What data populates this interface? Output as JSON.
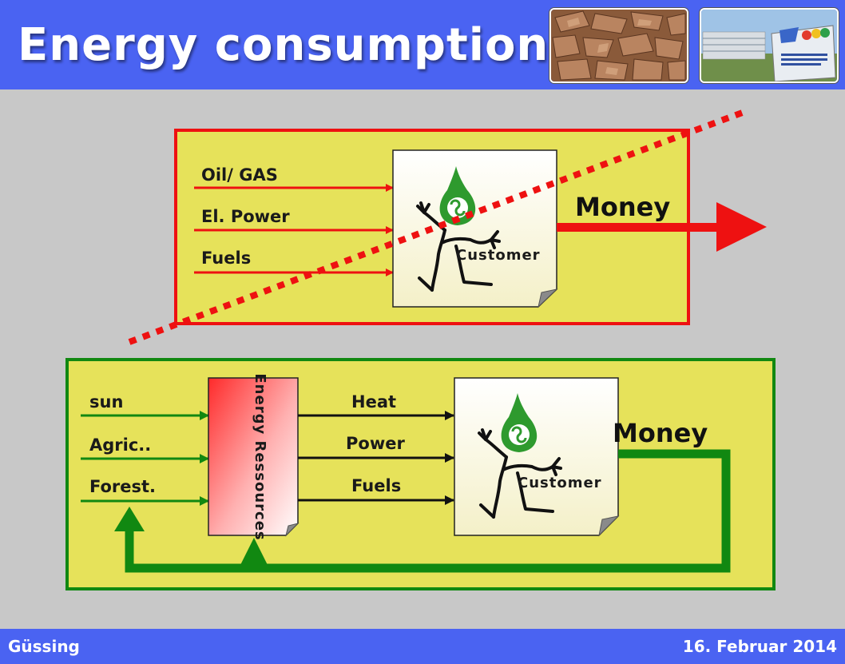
{
  "header": {
    "title": "Energy consumption",
    "photos": [
      {
        "icon": "wood-chips-photo"
      },
      {
        "icon": "building-logo-photo"
      }
    ]
  },
  "top_diagram": {
    "inputs": [
      "Oil/ GAS",
      "El. Power",
      "Fuels"
    ],
    "customer_label": "Customer",
    "money_label": "Money",
    "colors": {
      "border": "#ee1111",
      "fill": "#e6e25a",
      "arrow": "#ee1111",
      "cross_out": "#ee1111"
    }
  },
  "bottom_diagram": {
    "sources": [
      "sun",
      "Agric..",
      "Forest."
    ],
    "resource_label": "Energy Ressources",
    "outputs": [
      "Heat",
      "Power",
      "Fuels"
    ],
    "customer_label": "Customer",
    "money_label": "Money",
    "colors": {
      "border": "#118811",
      "fill": "#e6e25a",
      "loop": "#118811"
    }
  },
  "footer": {
    "left": "Güssing",
    "right": "16. Februar 2014"
  }
}
